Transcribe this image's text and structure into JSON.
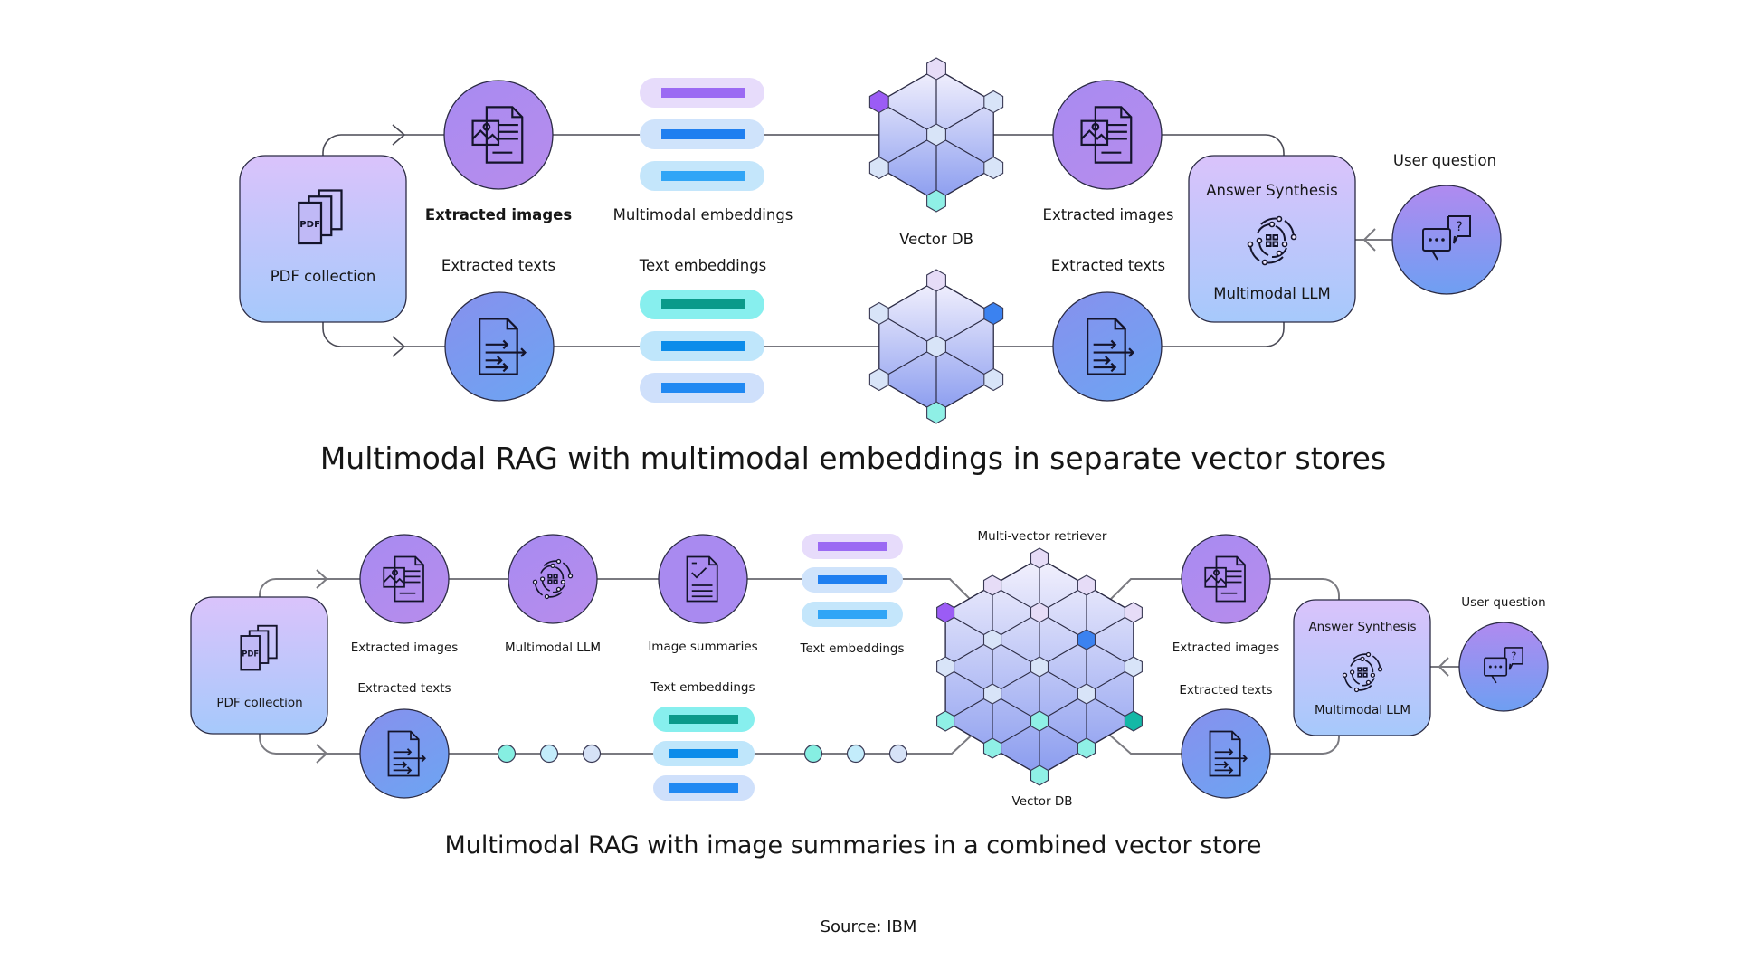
{
  "diagrams": [
    {
      "id": "separate",
      "title": "Multimodal RAG with multimodal embeddings in separate vector stores",
      "pdf_collection": {
        "label": "PDF collection",
        "icon": "pdf-stack-icon",
        "icon_text": "PDF"
      },
      "extracted_images": {
        "label": "Extracted images",
        "icon": "image-document-icon"
      },
      "extracted_texts": {
        "label": "Extracted texts",
        "icon": "text-document-icon"
      },
      "multimodal_embeddings": {
        "label": "Multimodal embeddings"
      },
      "text_embeddings": {
        "label": "Text embeddings"
      },
      "vector_db": {
        "label": "Vector DB"
      },
      "out_images": {
        "label": "Extracted images"
      },
      "out_texts": {
        "label": "Extracted texts"
      },
      "answer": {
        "title": "Answer Synthesis",
        "subtitle": "Multimodal LLM",
        "icon": "llm-cycle-icon"
      },
      "user_question": {
        "label": "User question",
        "icon": "chat-question-icon"
      }
    },
    {
      "id": "combined",
      "title": "Multimodal RAG with image summaries in a combined vector store",
      "pdf_collection": {
        "label": "PDF collection",
        "icon_text": "PDF"
      },
      "extracted_images": {
        "label": "Extracted images"
      },
      "multimodal_llm": {
        "label": "Multimodal LLM"
      },
      "image_summaries": {
        "label": "Image summaries",
        "icon": "summary-document-icon"
      },
      "summary_embeddings": {
        "label": "Text embeddings"
      },
      "extracted_texts": {
        "label": "Extracted texts"
      },
      "text_embeddings": {
        "label": "Text embeddings"
      },
      "retriever": {
        "label": "Multi-vector retriever"
      },
      "vector_db": {
        "label": "Vector DB"
      },
      "out_images": {
        "label": "Extracted images"
      },
      "out_texts": {
        "label": "Extracted texts"
      },
      "answer": {
        "title": "Answer Synthesis",
        "subtitle": "Multimodal LLM"
      },
      "user_question": {
        "label": "User question"
      }
    }
  ],
  "source": "Source: IBM",
  "colors": {
    "purple_node": "#a98bf0",
    "blue_node": "#7a9ef0",
    "box_top": "#d9c2fb",
    "box_bottom": "#a7c8fa",
    "accent_purple": "#9b5cf5",
    "accent_blue": "#3b82f0",
    "accent_teal": "#14b8a6",
    "light_teal": "#8ff0e6",
    "lavender": "#e6dcf7",
    "light_blue": "#d8e4f8"
  }
}
